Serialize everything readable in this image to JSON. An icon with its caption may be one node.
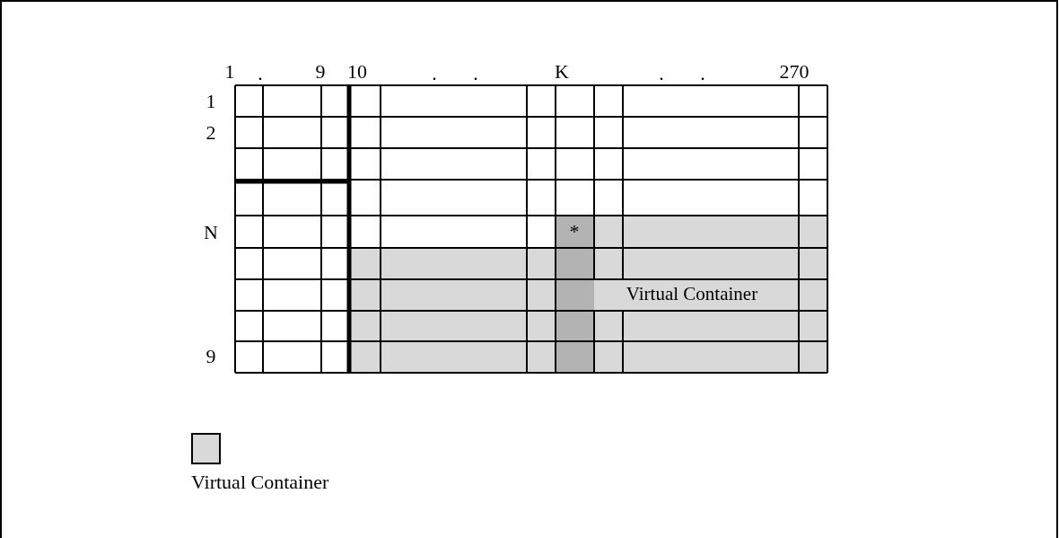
{
  "diagram": {
    "labels": [
      "1",
      ".",
      "9",
      "10",
      ".",
      ".",
      "K",
      ".",
      ".",
      "270",
      "1",
      "2",
      "N",
      "*",
      "Virtual Container",
      "9"
    ],
    "legend": [
      {
        "text": "Virtual Container",
        "color": "#d9d9d9"
      }
    ]
  }
}
